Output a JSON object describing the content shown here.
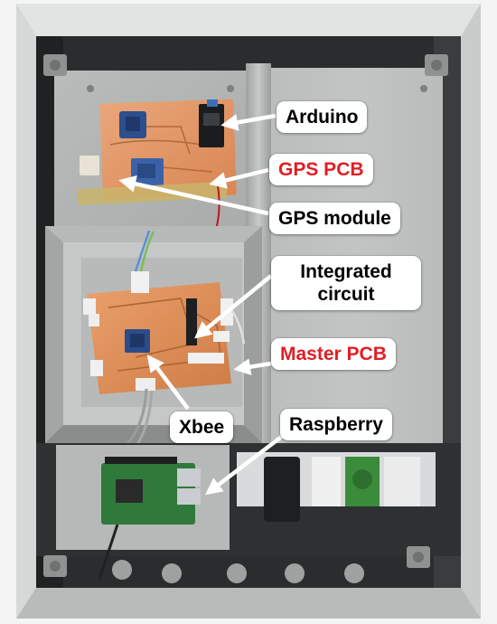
{
  "colors": {
    "label_black": "#000000",
    "label_red": "#e01e24",
    "label_background": "#ffffff",
    "arrow": "#ffffff"
  },
  "labels": {
    "arduino": "Arduino",
    "gps_pcb": "GPS PCB",
    "gps_module": "GPS module",
    "integrated_circuit": "Integrated circuit",
    "master_pcb": "Master PCB",
    "xbee": "Xbee",
    "raspberry": "Raspberry"
  },
  "photo": {
    "subject": "electronics enclosure",
    "components": [
      "arduino-board",
      "gps-pcb",
      "gps-module",
      "integrated-circuit",
      "master-pcb",
      "xbee-module",
      "raspberry-pi-board",
      "power-adapter",
      "circuit-breakers",
      "power-socket",
      "cable-glands"
    ]
  }
}
